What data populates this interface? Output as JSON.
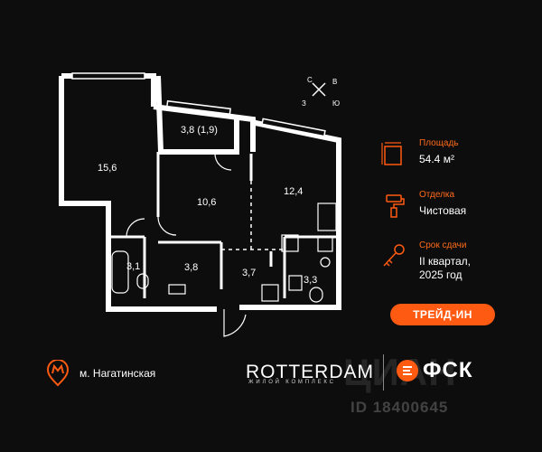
{
  "plan": {
    "rooms": [
      {
        "id": "room-1",
        "label": "15,6"
      },
      {
        "id": "room-2",
        "label": "3,8 (1,9)"
      },
      {
        "id": "room-3",
        "label": "10,6"
      },
      {
        "id": "room-4",
        "label": "12,4"
      },
      {
        "id": "room-5",
        "label": "3,1"
      },
      {
        "id": "room-6",
        "label": "3,8"
      },
      {
        "id": "room-7",
        "label": "3,7"
      },
      {
        "id": "room-8",
        "label": "3,3"
      }
    ]
  },
  "compass": {
    "n": "С",
    "e": "В",
    "w": "З",
    "s": "Ю"
  },
  "info": {
    "area": {
      "caption": "Площадь",
      "value": "54.4 м²"
    },
    "finish": {
      "caption": "Отделка",
      "value": "Чистовая"
    },
    "deadline": {
      "caption": "Срок сдачи",
      "line1": "II квартал,",
      "line2": "2025 год"
    }
  },
  "trade_in": {
    "label": "ТРЕЙД-ИН"
  },
  "metro": {
    "label": "м. Нагатинская"
  },
  "brand": {
    "name": "ROTTERDAM",
    "sub": "ЖИЛОЙ КОМПЛЕКС"
  },
  "developer": {
    "name": "ФСК"
  },
  "watermark": {
    "logo": "ЦИАН",
    "id": "ID 18400645"
  },
  "colors": {
    "accent": "#ff5a12",
    "background": "#0d0d0d",
    "walls": "#ffffff"
  }
}
